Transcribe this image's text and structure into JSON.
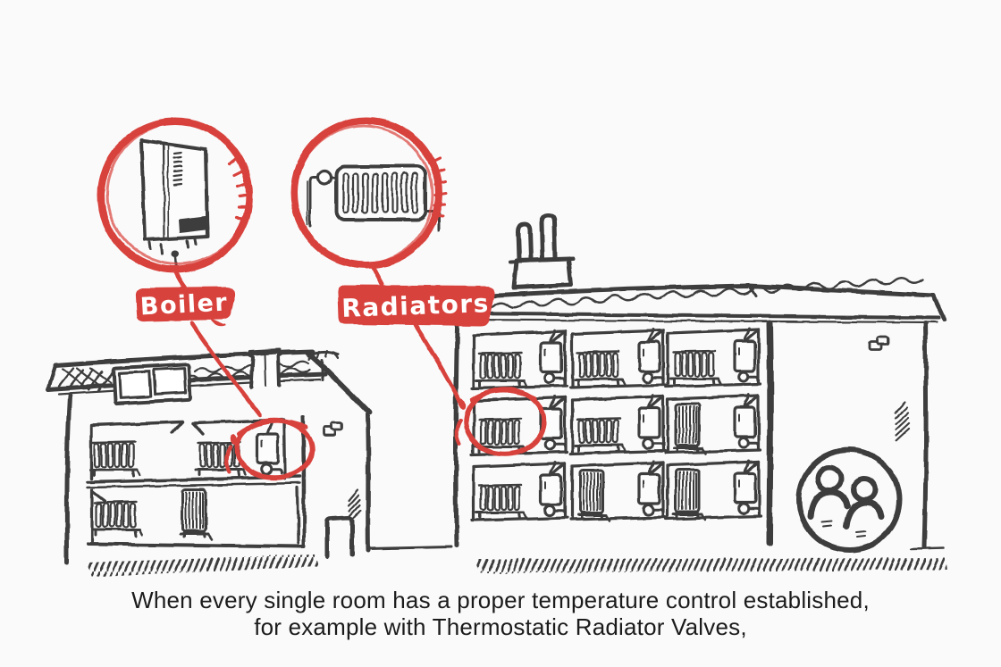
{
  "frame": {
    "background_color": "#fafafa",
    "ink_color": "#3e3e3e",
    "accent_color": "#d8423c",
    "label_text_color": "#ffffff",
    "caption_color": "#1b1b1b"
  },
  "callouts": [
    {
      "id": "boiler",
      "label": "Boiler",
      "icon": "wall-boiler-icon"
    },
    {
      "id": "radiators",
      "label": "Radiators",
      "icon": "radiator-icon"
    }
  ],
  "caption": {
    "line1": "When every single room has a proper temperature control established,",
    "line2": "for example with Thermostatic Radiator Valves,"
  }
}
